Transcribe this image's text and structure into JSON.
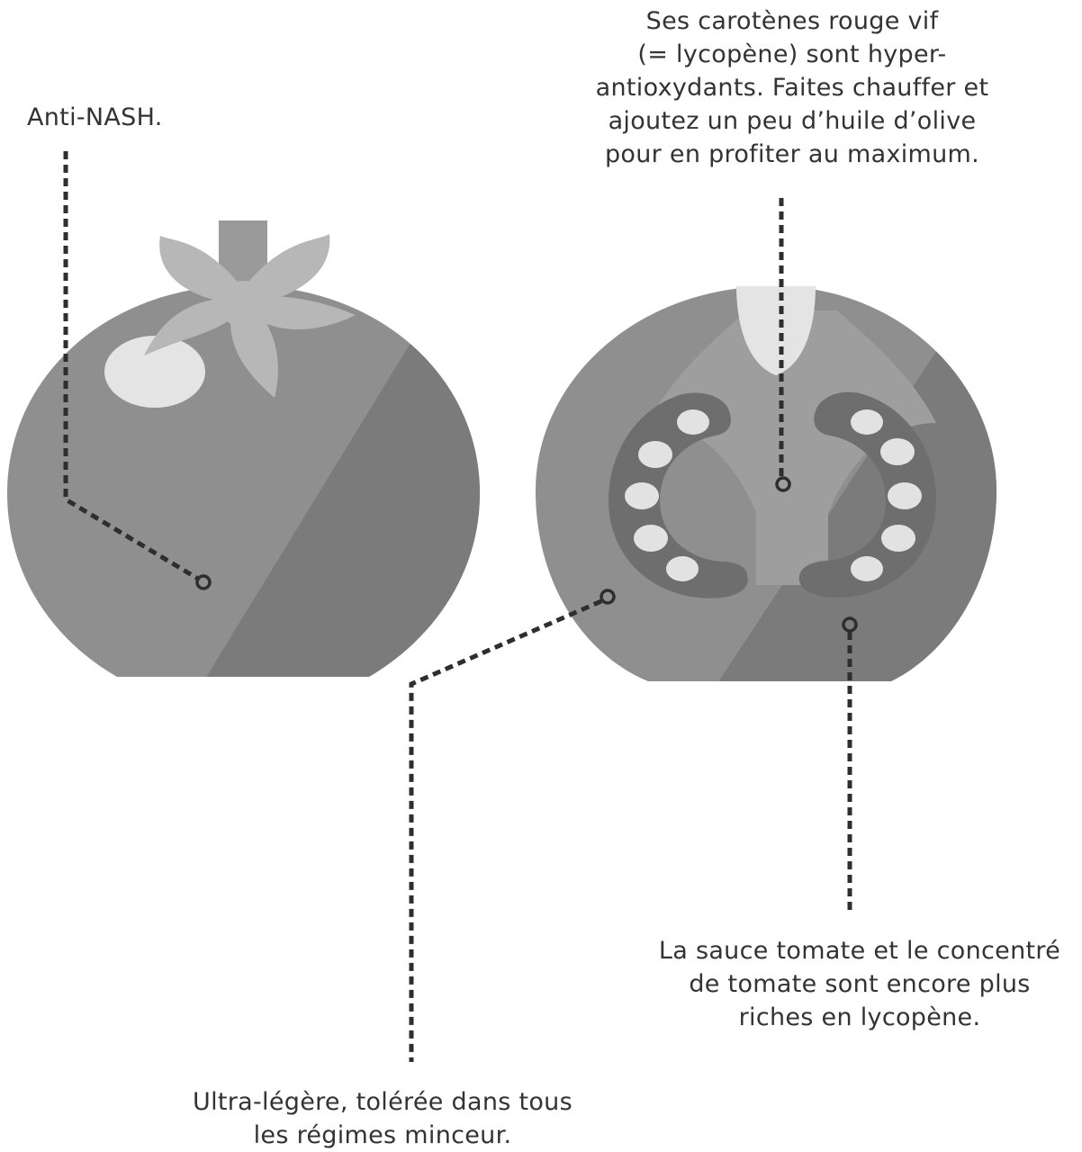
{
  "annotations": {
    "nash": [
      "Anti-NASH."
    ],
    "carotenes": [
      "Ses carotènes rouge vif",
      "(= lycopène) sont hyper-",
      "antioxydants. Faites chauffer et",
      "ajoutez un peu d’huile d’olive",
      "pour en profiter au maximum."
    ],
    "sauce": [
      "La sauce tomate et le concentré",
      "de tomate sont encore plus",
      "riches en lycopène."
    ],
    "light": [
      "Ultra-légère, tolérée dans tous",
      "les régimes minceur."
    ]
  },
  "colors": {
    "tomato_light": "#8f8f8f",
    "tomato_dark": "#7b7b7b",
    "leaf": "#b7b7b7",
    "leaf_stem": "#9a9a9a",
    "highlight": "#e4e4e4",
    "flesh": "#9e9e9e",
    "seed_cavity": "#6e6e6e",
    "seed": "#e2e2e2",
    "leader": "#2e2e2e"
  }
}
